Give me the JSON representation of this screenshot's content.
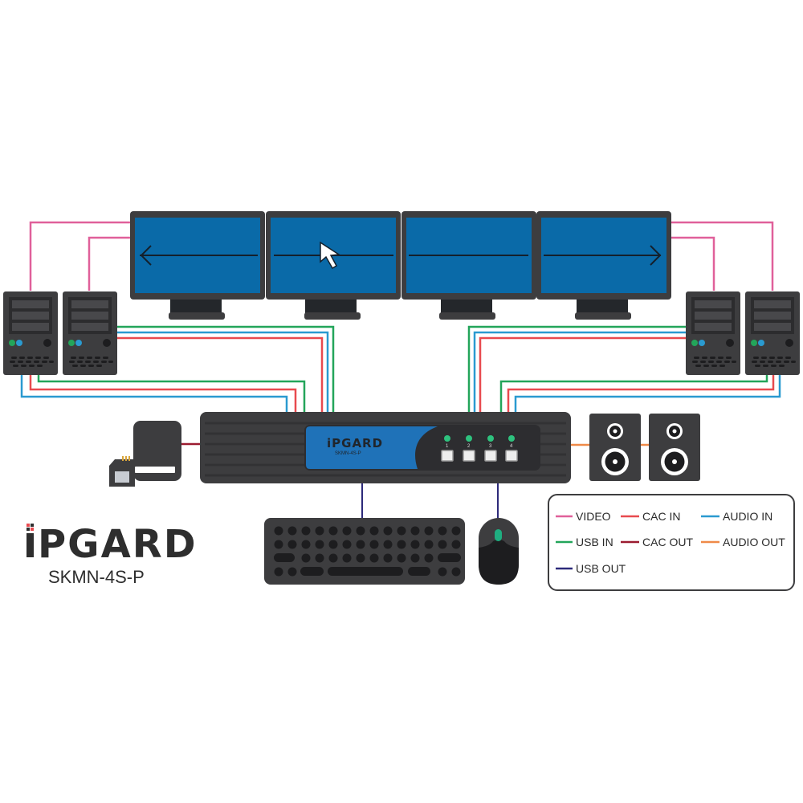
{
  "brand": {
    "name": "iPGARD",
    "model": "SKMN-4S-P"
  },
  "kvm": {
    "brand": "iPGARD",
    "model": "SKMN-4S-P",
    "ports": [
      "1",
      "2",
      "3",
      "4"
    ]
  },
  "legend": {
    "items": [
      {
        "label": "VIDEO",
        "color": "#e0609a"
      },
      {
        "label": "CAC IN",
        "color": "#e84a4f"
      },
      {
        "label": "AUDIO IN",
        "color": "#2a9ad0"
      },
      {
        "label": "USB IN",
        "color": "#23a55a"
      },
      {
        "label": "CAC OUT",
        "color": "#9b1b30"
      },
      {
        "label": "AUDIO OUT",
        "color": "#ef8a48"
      },
      {
        "label": "USB OUT",
        "color": "#2d2a7a"
      }
    ]
  },
  "colors": {
    "device": "#3d3d3f",
    "device_dark": "#232325",
    "screen": "#0a6aa8",
    "kvm_panel": "#1f72b8",
    "led": "#2ec27e",
    "video": "#e0609a",
    "cac_in": "#e84a4f",
    "audio_in": "#2a9ad0",
    "usb_in": "#23a55a",
    "cac_out": "#9b1b30",
    "audio_out": "#ef8a48",
    "usb_out": "#2d2a7a"
  },
  "monitors": [
    {
      "id": "monitor-1",
      "arrow": "left"
    },
    {
      "id": "monitor-2",
      "arrow": "none",
      "cursor": true
    },
    {
      "id": "monitor-3",
      "arrow": "none"
    },
    {
      "id": "monitor-4",
      "arrow": "right"
    }
  ],
  "computers": [
    "computer-1",
    "computer-2",
    "computer-3",
    "computer-4"
  ],
  "peripherals": [
    "cac-reader",
    "keyboard",
    "mouse",
    "speaker-left",
    "speaker-right"
  ]
}
